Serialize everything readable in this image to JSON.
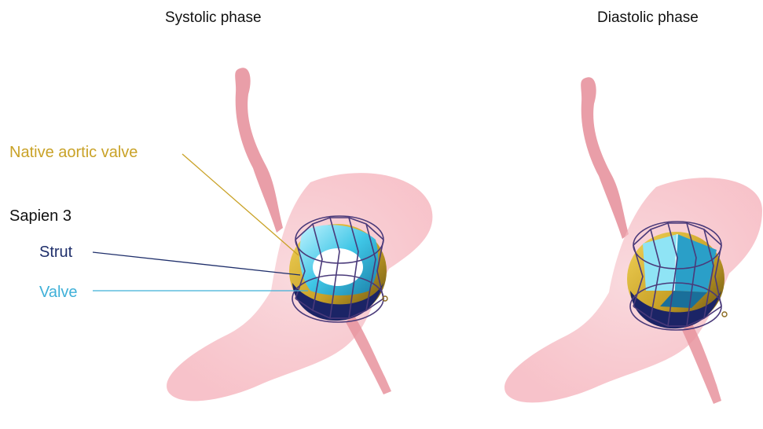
{
  "titles": {
    "systolic": "Systolic phase",
    "diastolic": "Diastolic phase"
  },
  "labels": {
    "native_aortic_valve": "Native aortic valve",
    "sapien3": "Sapien 3",
    "strut": "Strut",
    "valve": "Valve"
  },
  "colors": {
    "native_valve": "#c9a227",
    "strut": "#1f2f6b",
    "valve": "#3fb0d8",
    "tissue": "#f4b5be",
    "artery": "#e7939e",
    "frame": "#4a3a7a"
  }
}
